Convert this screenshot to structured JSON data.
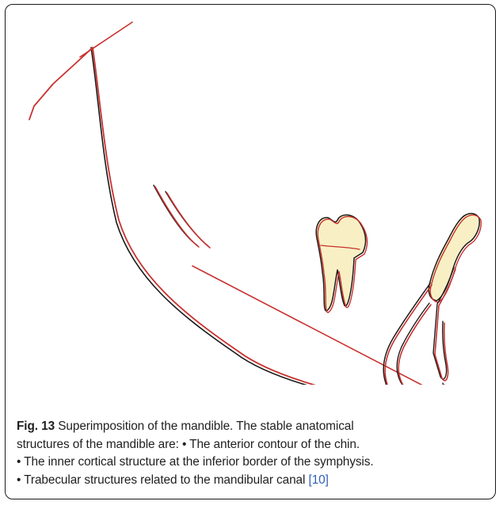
{
  "figure": {
    "label": "Fig. 13",
    "caption_lines": [
      "Superimposition of the mandible. The stable anatomical",
      "structures of the mandible are: • The anterior contour of the chin.",
      "• The inner cortical structure at the inferior border of the symphysis.",
      "• Trabecular structures related to the mandibular canal"
    ],
    "citation": "[10]"
  },
  "colors": {
    "tracing_red": "#c8302d",
    "tracing_black": "#1a1a1a",
    "tooth_fill": "#f8f0c4",
    "citation_link": "#2f5fb3",
    "frame_border": "#1a1a1a"
  }
}
